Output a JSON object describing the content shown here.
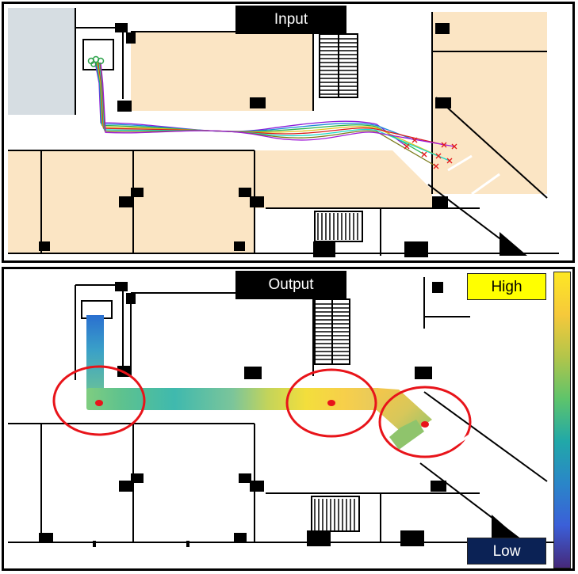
{
  "panels": {
    "input": {
      "label": "Input"
    },
    "output": {
      "label": "Output"
    }
  },
  "legend": {
    "high_label": "High",
    "low_label": "Low",
    "colormap": [
      "#fde724",
      "#f6c93b",
      "#b3c54a",
      "#5ec46b",
      "#21a8a8",
      "#2a86c8",
      "#3b5fd8",
      "#46297a"
    ]
  },
  "colors": {
    "room_fill": "#fbe5c4",
    "gray_area": "#d6dde2",
    "wall": "#000000",
    "hotspot_ring": "#e8141a",
    "hotspot_dot": "#e8141a",
    "trajectory_start": "#2ca24a",
    "trajectory_end": "#e31a1c"
  },
  "trajectory_colors": [
    "#8b1ad8",
    "#1a8bd8",
    "#2ab34a",
    "#e3c21a",
    "#d81a1a",
    "#1ad8c8",
    "#7a7a1a",
    "#a01ad8"
  ]
}
